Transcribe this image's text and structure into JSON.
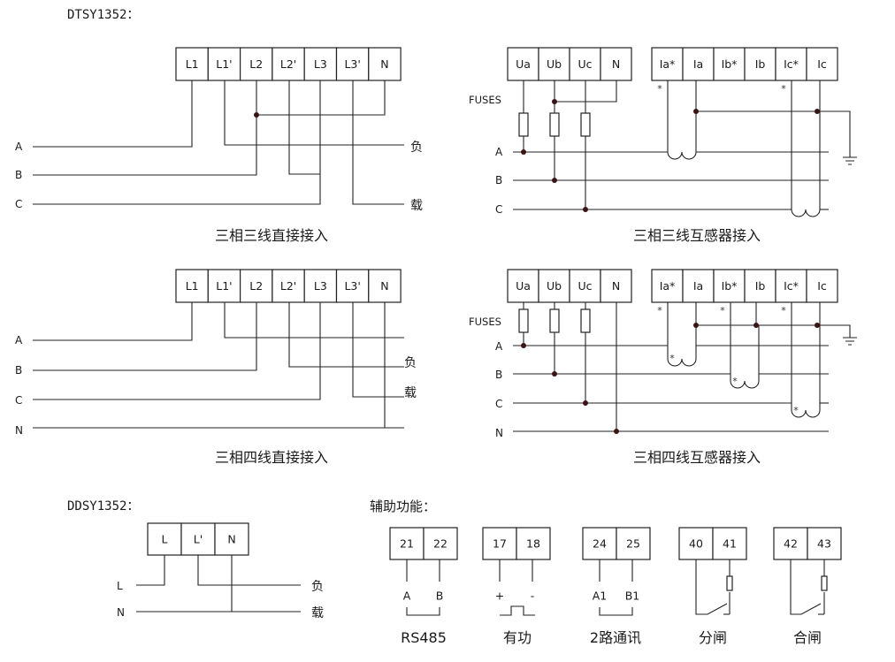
{
  "models": {
    "dtsy": "DTSY1352：",
    "ddsy": "DDSY1352："
  },
  "panels": {
    "p3_direct": {
      "caption": "三相三线直接接入",
      "terminals": [
        "L1",
        "L1'",
        "L2",
        "L2'",
        "L3",
        "L3'",
        "N"
      ],
      "lines": [
        "A",
        "B",
        "C"
      ],
      "load_top": "负",
      "load_bottom": "载"
    },
    "p3_ct": {
      "caption": "三相三线互感器接入",
      "voltage_terminals": [
        "Ua",
        "Ub",
        "Uc",
        "N"
      ],
      "current_terminals": [
        "Ia*",
        "Ia",
        "Ib*",
        "Ib",
        "Ic*",
        "Ic"
      ],
      "fuses": "FUSES",
      "lines": [
        "A",
        "B",
        "C"
      ]
    },
    "p4_direct": {
      "caption": "三相四线直接接入",
      "terminals": [
        "L1",
        "L1'",
        "L2",
        "L2'",
        "L3",
        "L3'",
        "N"
      ],
      "lines": [
        "A",
        "B",
        "C",
        "N"
      ],
      "load_top": "负",
      "load_bottom": "载"
    },
    "p4_ct": {
      "caption": "三相四线互感器接入",
      "voltage_terminals": [
        "Ua",
        "Ub",
        "Uc",
        "N"
      ],
      "current_terminals": [
        "Ia*",
        "Ia",
        "Ib*",
        "Ib",
        "Ic*",
        "Ic"
      ],
      "fuses": "FUSES",
      "lines": [
        "A",
        "B",
        "C",
        "N"
      ]
    },
    "single": {
      "terminals": [
        "L",
        "L'",
        "N"
      ],
      "lines": [
        "L",
        "N"
      ],
      "load_top": "负",
      "load_bottom": "载"
    }
  },
  "aux": {
    "title": "辅助功能：",
    "items": [
      {
        "terminals": [
          "21",
          "22"
        ],
        "sub": [
          "A",
          "B"
        ],
        "caption": "RS485"
      },
      {
        "terminals": [
          "17",
          "18"
        ],
        "sub": [
          "+",
          "-"
        ],
        "caption": "有功"
      },
      {
        "terminals": [
          "24",
          "25"
        ],
        "sub": [
          "A1",
          "B1"
        ],
        "caption": "2路通讯"
      },
      {
        "terminals": [
          "40",
          "41"
        ],
        "sub": [],
        "caption": "分闸"
      },
      {
        "terminals": [
          "42",
          "43"
        ],
        "sub": [],
        "caption": "合闸"
      }
    ]
  },
  "star_mark": "*"
}
